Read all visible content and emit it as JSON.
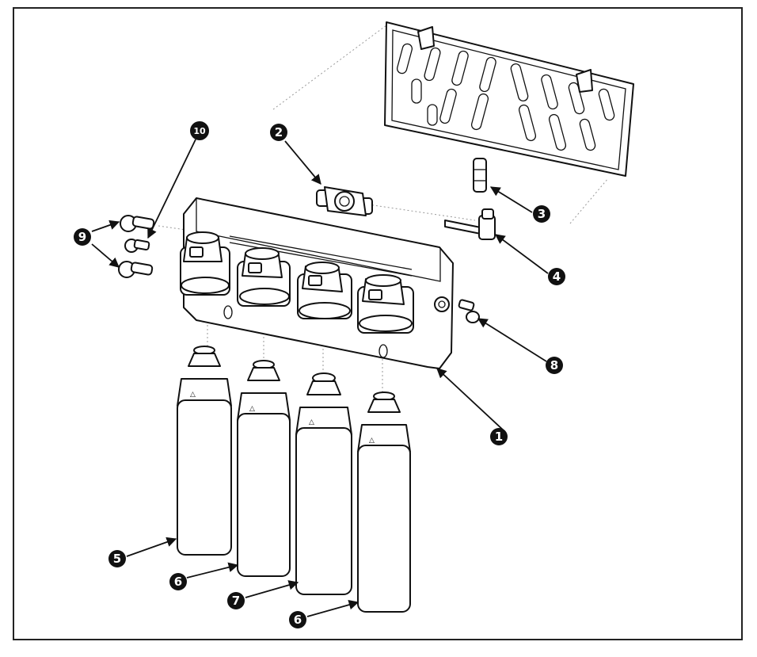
{
  "callouts": [
    {
      "id": "c1",
      "label": "1"
    },
    {
      "id": "c2",
      "label": "2"
    },
    {
      "id": "c3",
      "label": "3"
    },
    {
      "id": "c4",
      "label": "4"
    },
    {
      "id": "c5",
      "label": "5"
    },
    {
      "id": "c6a",
      "label": "6"
    },
    {
      "id": "c6b",
      "label": "6"
    },
    {
      "id": "c7",
      "label": "7"
    },
    {
      "id": "c8",
      "label": "8"
    },
    {
      "id": "c9",
      "label": "9"
    },
    {
      "id": "c10",
      "label": "10"
    }
  ],
  "colors": {
    "line": "#111111",
    "callout_fill": "#111111",
    "guide": "#9a9a9a",
    "background": "#ffffff"
  }
}
